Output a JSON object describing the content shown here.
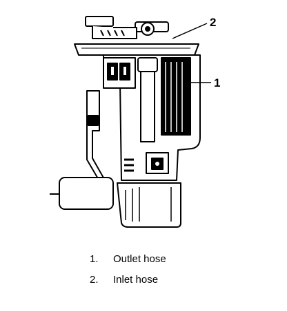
{
  "callouts": {
    "one": "1",
    "two": "2"
  },
  "legend": [
    {
      "num": "1.",
      "text": "Outlet hose"
    },
    {
      "num": "2.",
      "text": "Inlet hose"
    }
  ]
}
